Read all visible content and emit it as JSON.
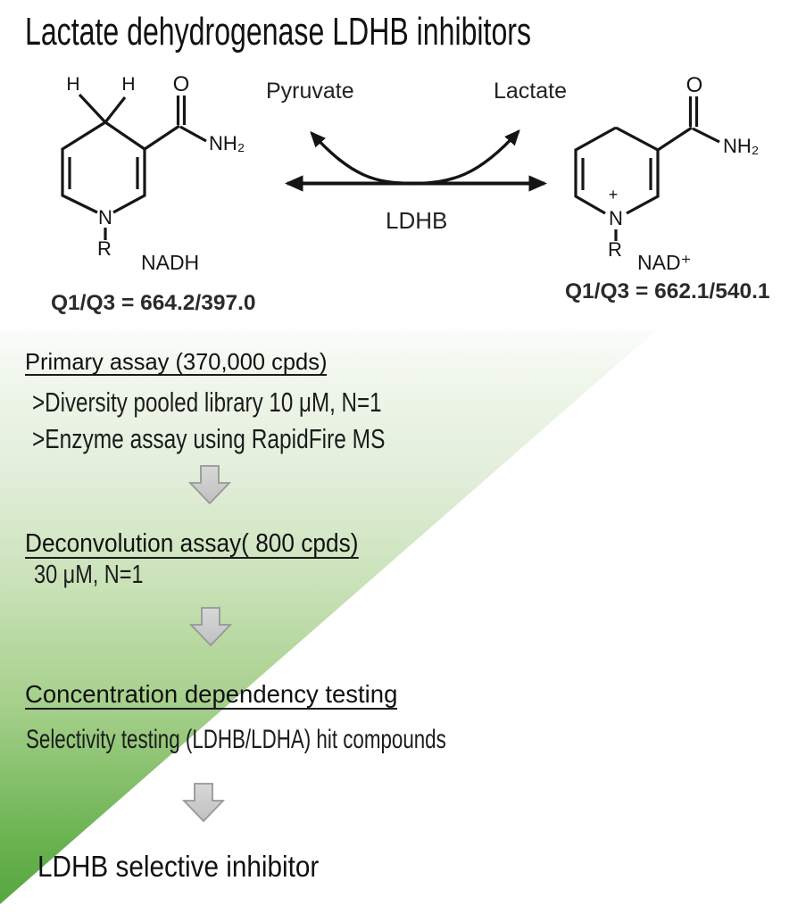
{
  "title": "Lactate dehydrogenase LDHB inhibitors",
  "reaction": {
    "substrate_left": "Pyruvate",
    "substrate_right": "Lactate",
    "enzyme": "LDHB",
    "nadh": {
      "name": "NADH",
      "qq": "Q1/Q3 = 664.2/397.0",
      "atom_h1": "H",
      "atom_h2": "H",
      "atom_o": "O",
      "group_nh2": "NH₂",
      "atom_n": "N",
      "group_r": "R"
    },
    "nad_plus": {
      "name": "NAD⁺",
      "qq": "Q1/Q3 = 662.1/540.1",
      "atom_o": "O",
      "group_nh2": "NH₂",
      "atom_n": "N",
      "group_r": "R",
      "charge": "+"
    }
  },
  "flow": {
    "steps": [
      {
        "title": "Primary assay (370,000 cpds)",
        "lines": [
          ">Diversity pooled library 10 μM, N=1",
          ">Enzyme assay using RapidFire MS"
        ]
      },
      {
        "title": "Deconvolution assay( 800 cpds)",
        "lines": [
          "30 μM, N=1"
        ]
      },
      {
        "title": "Concentration dependency testing",
        "lines": [
          "Selectivity testing (LDHB/LDHA) hit compounds"
        ]
      }
    ],
    "result": "LDHB selective inhibitor"
  },
  "colors": {
    "gradient_green": "#57a73f",
    "arrow_fill": "#cbcbcb",
    "arrow_stroke": "#979797",
    "text": "#1a1a1a"
  }
}
